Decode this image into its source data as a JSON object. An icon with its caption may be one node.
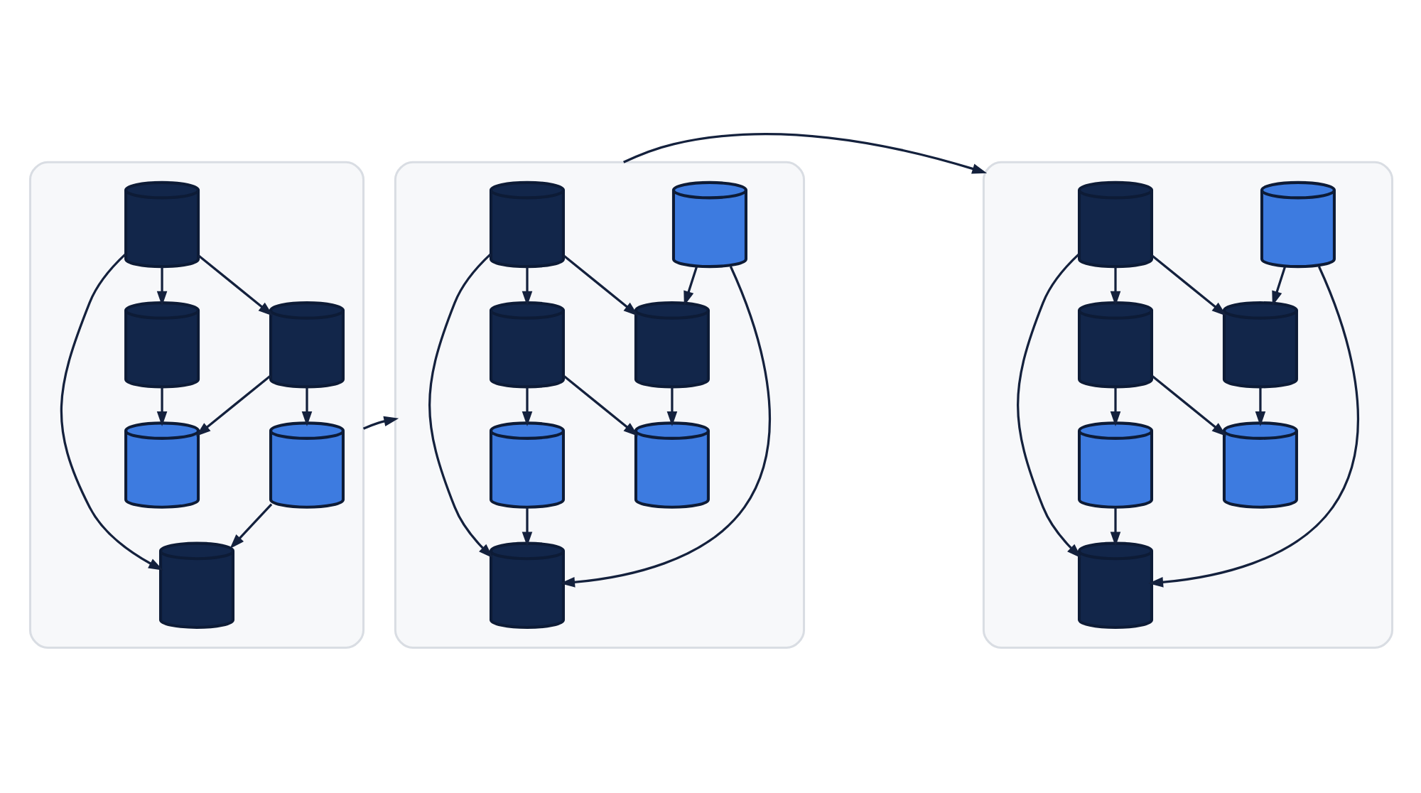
{
  "diagram": {
    "nodes": [
      {
        "text": [],
        "shape": "hexagon"
      },
      {
        "text": [],
        "shape": "cylinder",
        "in": 0
      },
      {
        "text": [],
        "shape": "cylinder",
        "in": 0
      },
      {
        "text": [],
        "shape": "cylinder",
        "in": 0
      },
      {
        "text": [],
        "shape": "cylinder",
        "in": 0
      },
      {
        "text": [],
        "shape": "cylinder",
        "in": 0
      },
      {
        "text": [],
        "shape": "cylinder",
        "in": 0
      },
      {
        "text": [],
        "shape": "hexagon"
      },
      {
        "text": [],
        "shape": "cylinder",
        "in": 7
      },
      {
        "text": [],
        "shape": "cylinder",
        "in": 7
      },
      {
        "text": [],
        "shape": "cylinder",
        "in": 7
      },
      {
        "text": [],
        "shape": "cylinder",
        "in": 7
      },
      {
        "text": [],
        "shape": "cylinder",
        "in": 7
      },
      {
        "text": [],
        "shape": "cylinder",
        "in": 7
      },
      {
        "text": [],
        "shape": "cylinder",
        "in": 7
      },
      {
        "text": [],
        "shape": "hexagon"
      },
      {
        "text": [],
        "shape": "cylinder",
        "in": 15
      },
      {
        "text": [],
        "shape": "cylinder",
        "in": 15
      },
      {
        "text": [],
        "shape": "cylinder",
        "in": 15
      },
      {
        "text": [],
        "shape": "cylinder",
        "in": 15
      },
      {
        "text": [],
        "shape": "cylinder",
        "in": 15
      },
      {
        "text": [],
        "shape": "cylinder",
        "in": 15
      },
      {
        "text": [],
        "shape": "cylinder",
        "in": 15
      }
    ],
    "edges": [
      {
        "from": 3,
        "to": 1,
        "arrow": "to"
      },
      {
        "from": 3,
        "to": 2,
        "arrow": "to"
      },
      {
        "from": 3,
        "to": 6,
        "arrow": "to"
      },
      {
        "from": 4,
        "to": 1,
        "arrow": "to"
      },
      {
        "from": 2,
        "to": 5,
        "arrow": "to"
      },
      {
        "from": 6,
        "to": 4,
        "arrow": "to"
      },
      {
        "from": 6,
        "to": 5,
        "arrow": "to"
      },
      {
        "from": 0,
        "to": 7,
        "arrow": "to"
      },
      {
        "from": 8,
        "to": 9,
        "arrow": "to"
      },
      {
        "from": 8,
        "to": 10,
        "arrow": "to"
      },
      {
        "from": 11,
        "to": 9,
        "arrow": "to"
      },
      {
        "from": 11,
        "to": 10,
        "arrow": "to"
      },
      {
        "from": 11,
        "to": 14,
        "arrow": "to"
      },
      {
        "from": 12,
        "to": 9,
        "arrow": "to"
      },
      {
        "from": 10,
        "to": 13,
        "arrow": "to"
      },
      {
        "from": 14,
        "to": 12,
        "arrow": "to"
      },
      {
        "from": 14,
        "to": 13,
        "arrow": "to"
      },
      {
        "from": 7,
        "to": 15,
        "arrow": "to"
      },
      {
        "from": 16,
        "to": 17,
        "arrow": "to"
      },
      {
        "from": 16,
        "to": 18,
        "arrow": "to"
      },
      {
        "from": 19,
        "to": 17,
        "arrow": "to"
      },
      {
        "from": 19,
        "to": 18,
        "arrow": "to"
      },
      {
        "from": 19,
        "to": 22,
        "arrow": "to"
      },
      {
        "from": 20,
        "to": 17,
        "arrow": "to"
      },
      {
        "from": 18,
        "to": 21,
        "arrow": "to"
      },
      {
        "from": 22,
        "to": 20,
        "arrow": "to"
      },
      {
        "from": 22,
        "to": 21,
        "arrow": "to"
      }
    ]
  }
}
